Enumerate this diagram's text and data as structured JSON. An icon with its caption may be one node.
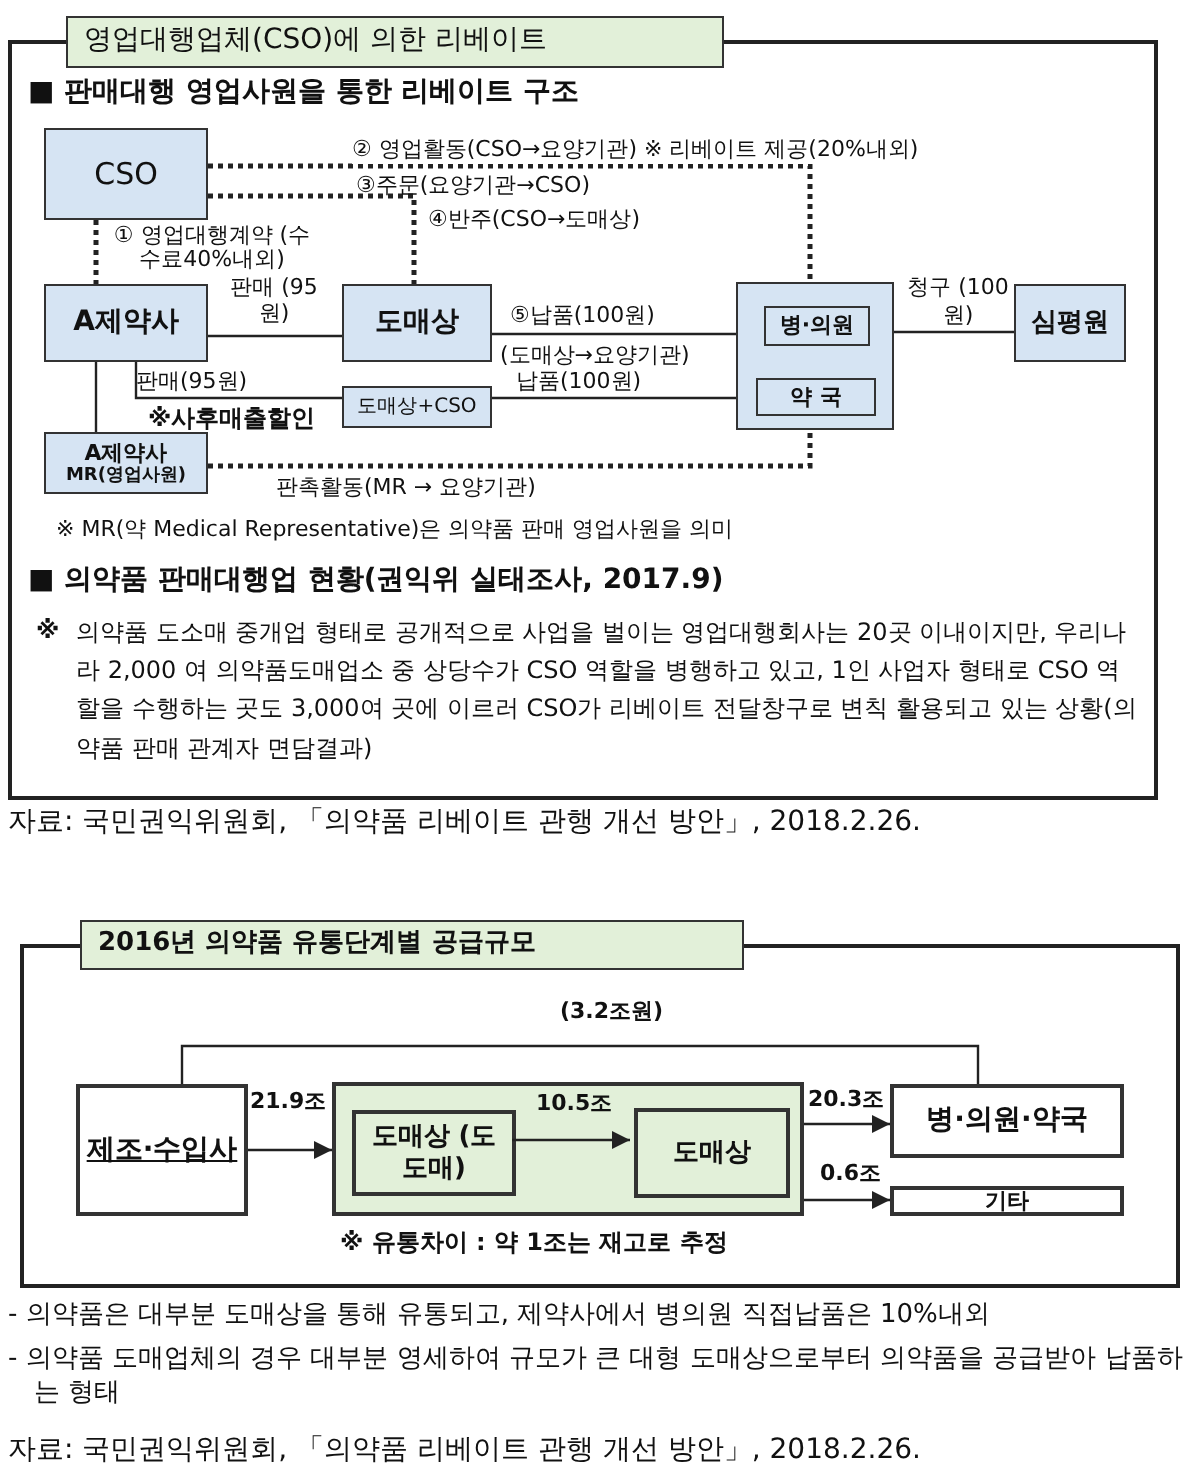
{
  "diagram": {
    "nodes": [
      {
        "text": [
          "CSO"
        ]
      },
      {
        "text": [
          "A제약사"
        ]
      },
      {
        "text": [
          "도매상"
        ]
      },
      {
        "text": [],
        "shape": "box"
      },
      {
        "text": [
          "병·의원"
        ],
        "in": 3
      },
      {
        "text": [
          "약 국"
        ],
        "in": 3
      },
      {
        "text": [
          "심평원"
        ]
      },
      {
        "text": [
          "도매상+CSO"
        ]
      },
      {
        "text": [
          "A제약사",
          "MR(영업사원)"
        ]
      },
      {
        "text": [
          "영업대행업체(CSO)에 의한 리베이트"
        ]
      },
      {
        "text": [
          "2016년 의약품 유통단계별 공급규모"
        ]
      },
      {
        "text": [
          "제조·수입사"
        ]
      },
      {
        "text": [],
        "shape": "box"
      },
      {
        "text": [
          "도매상 (도도매)"
        ],
        "in": 12
      },
      {
        "text": [
          "도매상"
        ],
        "in": 12
      },
      {
        "text": [
          "병·의원·약국"
        ]
      },
      {
        "text": [
          "기타"
        ]
      }
    ],
    "edges": [
      {
        "from": 0,
        "to": 1,
        "arrow": "none",
        "style": "dashed",
        "label": "① 영업대행계약 (수수료40%내외)"
      },
      {
        "from": 0,
        "to": 3,
        "arrow": "none",
        "style": "dashed",
        "label": "② 영업활동(CSO→요양기관) ※ 리베이트 제공(20%내외)"
      },
      {
        "from": 0,
        "to": 2,
        "arrow": "none",
        "style": "dashed",
        "label": "④반주(CSO→도매상)"
      },
      {
        "from": 1,
        "to": 2,
        "arrow": "none",
        "label": "판매 (95원)"
      },
      {
        "from": 2,
        "to": 3,
        "arrow": "none",
        "label": "⑤납품(100원)"
      },
      {
        "from": 1,
        "to": 7,
        "arrow": "none"
      },
      {
        "from": 7,
        "to": 3,
        "arrow": "none",
        "label": "납품(100원)"
      },
      {
        "from": 1,
        "to": 8,
        "arrow": "none"
      },
      {
        "from": 8,
        "to": 3,
        "arrow": "none",
        "style": "dashed",
        "label": "판촉활동(MR → 요양기관)"
      },
      {
        "from": 3,
        "to": 6,
        "arrow": "none",
        "label": "청구 (100원)"
      },
      {
        "from": 11,
        "to": 15,
        "arrow": "none",
        "label": "(3.2조원)"
      },
      {
        "from": 11,
        "to": 12,
        "arrow": "to",
        "label": "21.9조"
      },
      {
        "from": 13,
        "to": 14,
        "arrow": "to",
        "label": "10.5조"
      },
      {
        "from": 12,
        "to": 15,
        "arrow": "to",
        "label": "20.3조"
      },
      {
        "from": 12,
        "to": 16,
        "arrow": "to",
        "label": "0.6조"
      }
    ],
    "labels": [
      "■ 판매대행 영업사원을 통한 리베이트 구조",
      "③주문(요양기관→CSO)",
      "(도매상→요양기관)",
      "판매(95원)",
      "※사후매출할인",
      "※ MR(약 Medical Representative)은 의약품 판매 영업사원을 의미",
      "■ 의약품 판매대행업 현황(권익위 실태조사, 2017.9)",
      "※",
      "의약품 도소매 중개업 형태로 공개적으로 사업을 벌이는 영업대행회사는 20곳 이내이지만, 우리나라 2,000 여 의약품도매업소 중 상당수가 CSO 역할을 병행하고 있고, 1인 사업자 형태로 CSO 역할을 수행하는 곳도 3,000여 곳에 이르러 CSO가 리베이트 전달창구로 변칙 활용되고 있는 상황(의약품 판매 관계자 면담결과)",
      "자료: 국민권익위원회, 「의약품 리베이트 관행 개선 방안」, 2018.2.26.",
      "※ 유통차이 : 약 1조는 재고로 추정",
      "- 의약품은 대부분 도매상을 통해 유통되고, 제약사에서 병의원 직접납품은 10%내외",
      "- 의약품 도매업체의 경우 대부분 영세하여 규모가 큰 대형 도매상으로부터 의약품을 공급받아 납품하는 형태",
      "자료: 국민권익위원회, 「의약품 리베이트 관행 개선 방안」, 2018.2.26."
    ]
  }
}
